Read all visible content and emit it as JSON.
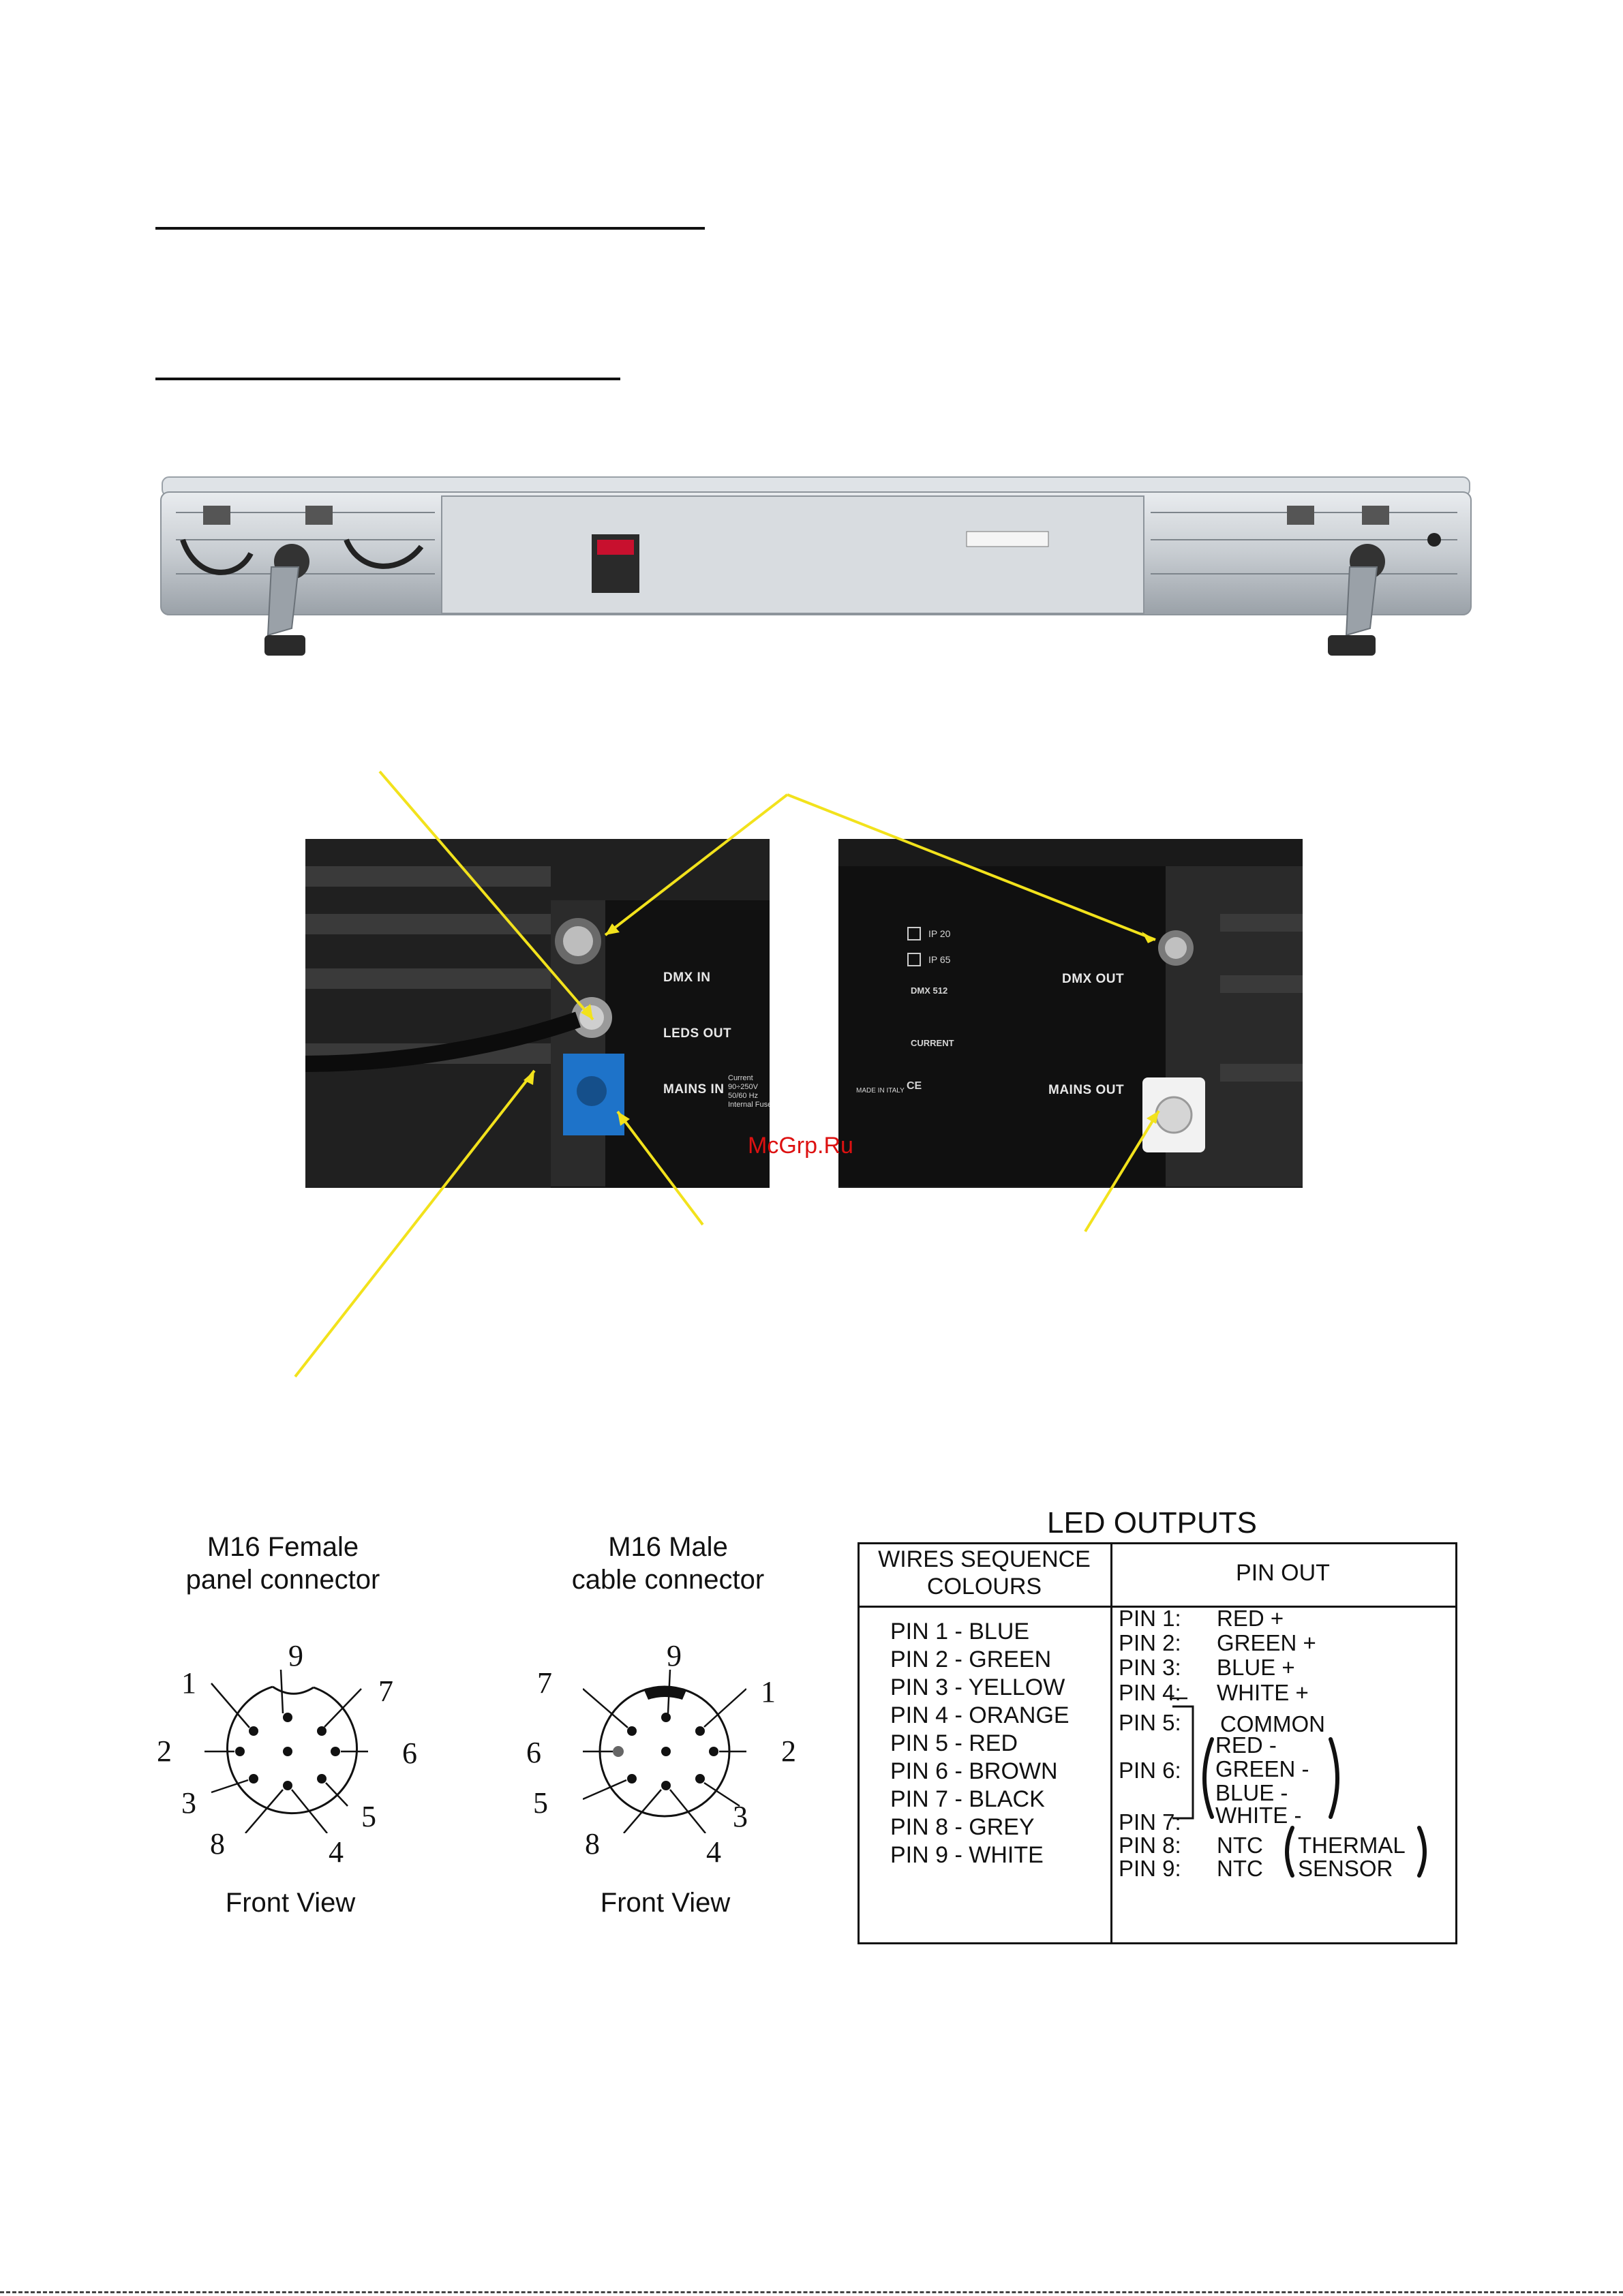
{
  "photos": {
    "left": {
      "labels": {
        "dmx_in": "DMX IN",
        "leds_out": "LEDS OUT",
        "mains_in": "MAINS IN"
      },
      "rating_text": "Current\n90÷250V\n50/60 Hz\nInternal Fuse"
    },
    "right": {
      "labels": {
        "dmx_out": "DMX OUT",
        "mains_out": "MAINS OUT"
      },
      "ip_options": [
        "IP 20",
        "IP 65"
      ],
      "dmx_text": "DMX 512",
      "current_text": "CURRENT",
      "made_in": "MADE IN ITALY",
      "ce_mark": "CE"
    }
  },
  "watermark": "McGrp.Ru",
  "connectors": {
    "female": {
      "title_line1": "M16 Female",
      "title_line2": "panel connector",
      "caption": "Front View",
      "pin_labels": [
        "1",
        "2",
        "3",
        "4",
        "5",
        "6",
        "7",
        "8",
        "9"
      ]
    },
    "male": {
      "title_line1": "M16 Male",
      "title_line2": "cable connector",
      "caption": "Front View",
      "pin_labels": [
        "1",
        "2",
        "3",
        "4",
        "5",
        "6",
        "7",
        "8",
        "9"
      ]
    }
  },
  "led_outputs": {
    "title": "LED OUTPUTS",
    "col1_header_line1": "WIRES SEQUENCE",
    "col1_header_line2": "COLOURS",
    "col2_header": "PIN OUT",
    "wire_colours": [
      "PIN 1 - BLUE",
      "PIN 2 - GREEN",
      "PIN 3 - YELLOW",
      "PIN 4 - ORANGE",
      "PIN 5 - RED",
      "PIN 6 - BROWN",
      "PIN 7 - BLACK",
      "PIN 8 - GREY",
      "PIN 9 - WHITE"
    ],
    "pin_out": {
      "p1": "PIN 1:",
      "p1v": "RED +",
      "p2": "PIN 2:",
      "p2v": "GREEN +",
      "p3": "PIN 3:",
      "p3v": "BLUE +",
      "p4": "PIN 4:",
      "p4v": "WHITE +",
      "p5": "PIN 5:",
      "p5v": "COMMON",
      "p6": "PIN 6:",
      "p6_red": "RED -",
      "p6_green": "GREEN -",
      "p6_blue": "BLUE -",
      "p6_white": "WHITE -",
      "p7": "PIN 7:",
      "p8": "PIN 8:",
      "p8v": "NTC",
      "p9": "PIN 9:",
      "p9v": "NTC",
      "sensor_line1": "THERMAL",
      "sensor_line2": "SENSOR"
    }
  }
}
